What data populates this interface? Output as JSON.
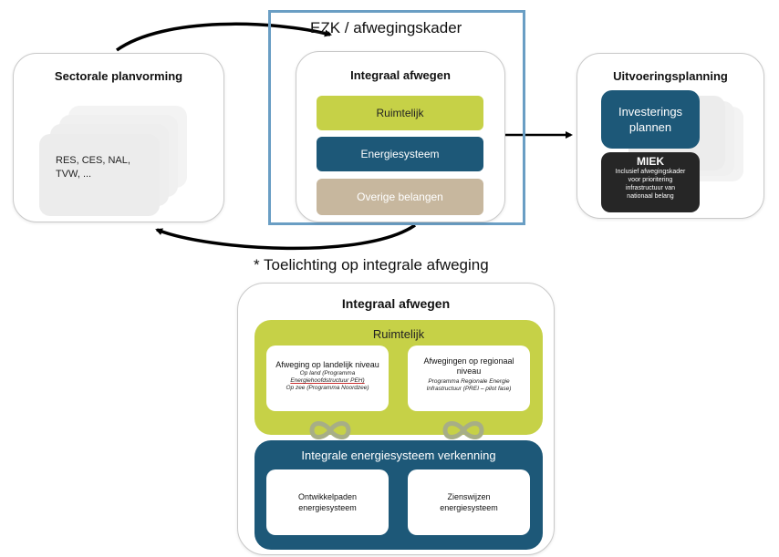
{
  "framework": {
    "title": "EZK / afwegingskader",
    "colors": {
      "frame": "#6a9ec4",
      "green": "#c6d147",
      "blue": "#1d5878",
      "tan": "#c7b79e",
      "dark": "#262626",
      "muted_green": "#b7c08a"
    }
  },
  "sectoral": {
    "title": "Sectorale planvorming",
    "card_text_line1": "RES, CES, NAL,",
    "card_text_line2": "TVW, ..."
  },
  "integral_top": {
    "title": "Integraal afwegen",
    "bars": [
      {
        "label": "Ruimtelijk"
      },
      {
        "label": "Energiesysteem"
      },
      {
        "label": "Overige belangen"
      }
    ]
  },
  "execution": {
    "title": "Uitvoeringsplanning",
    "investment_line1": "Investerings",
    "investment_line2": "plannen",
    "miek_title": "MIEK",
    "miek_lines": [
      "Inclusief afwegingskader",
      "voor prioritering",
      "infrastructuur van",
      "nationaal belang"
    ]
  },
  "explanation": {
    "heading": "* Toelichting op integrale afweging",
    "panel_title": "Integraal afwegen",
    "spatial": {
      "title": "Ruimtelijk",
      "national": {
        "title": "Afweging op landelijk niveau",
        "line1": "Op land (Programma",
        "line2": "Energiehoofdstructuur PEH)",
        "line3": "Op zee (Programma Noordzee)"
      },
      "regional": {
        "title_line1": "Afwegingen op regionaal",
        "title_line2": "niveau",
        "line1": "Programma Regionale Energie",
        "line2": "Infrastructuur (PREI – pilot fase)"
      }
    },
    "energy": {
      "title": "Integrale energiesysteem verkenning",
      "left_line1": "Ontwikkelpaden",
      "left_line2": "energiesysteem",
      "right_line1": "Zienswijzen",
      "right_line2": "energiesysteem"
    }
  }
}
